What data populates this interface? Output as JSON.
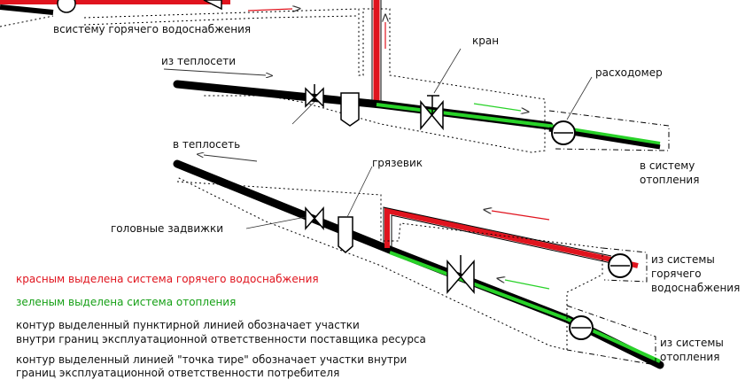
{
  "labels": {
    "to_hot_water": "всистему горячего водоснабжения",
    "from_heat_network": "из теплосети",
    "tap": "кран",
    "flowmeter": "расходомер",
    "to_heat_network": "в теплосеть",
    "to_heating_line1": "в систему",
    "to_heating_line2": "отопления",
    "mud_trap": "грязевик",
    "main_valves": "головные задвижки",
    "from_hot_water_line1": "из системы",
    "from_hot_water_line2": "горячего",
    "from_hot_water_line3": "водоснабжения",
    "from_heating_line1": "из системы",
    "from_heating_line2": "отопления"
  },
  "legend": {
    "red_text": "красным выделена система горячего водоснабжения",
    "green_text": "зеленым выделена система отопления",
    "dotted_line1": "контур выделенный пунктирной линией обозначает участки",
    "dotted_line2": "внутри границ эксплуатационной ответственности поставщика ресурса",
    "dashdot_line1": "контур выделенный линией \"точка тире\" обозначает участки внутри",
    "dashdot_line2": "границ эксплуатационной ответственности потребителя"
  },
  "colors": {
    "hot_water": "#e0141e",
    "heating": "#28d228",
    "pipe": "#000000"
  }
}
